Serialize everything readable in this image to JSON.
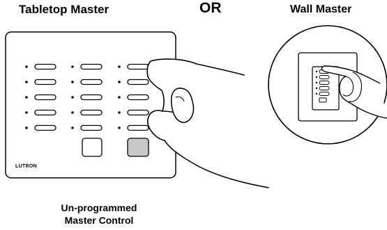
{
  "labels": {
    "tabletop": "Tabletop Master",
    "or": "OR",
    "wall": "Wall Master"
  },
  "caption": {
    "line1": "Un-programmed",
    "line2": "Master Control"
  },
  "brand": "LUTRON",
  "tabletop_control": {
    "button_columns": 3,
    "buttons_per_column": 5,
    "square_buttons": [
      {
        "name": "left",
        "color": "#ffffff"
      },
      {
        "name": "right",
        "color": "#c8c8c8"
      }
    ]
  },
  "wall_control": {
    "buttons": 5
  }
}
